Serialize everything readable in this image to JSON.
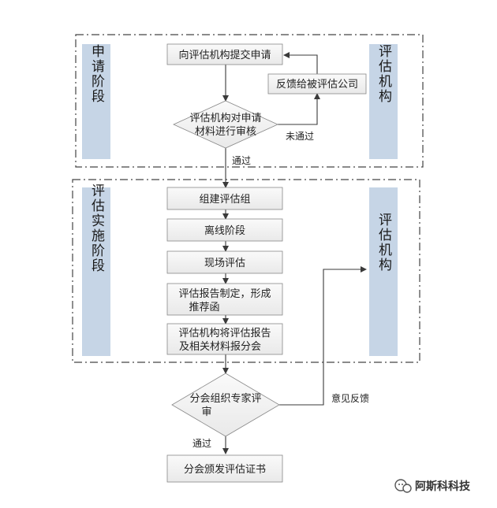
{
  "stages": {
    "apply": "申请阶段",
    "implement": "评估实施阶段"
  },
  "sides": {
    "agency_top": "评估机构",
    "agency_mid": "评估机构"
  },
  "nodes": {
    "submit": "向评估机构提交申请",
    "feedback": "反馈给被评估公司",
    "review_line1": "评估机构对申请",
    "review_line2": "材料进行审核",
    "form_group": "组建评估组",
    "offline": "离线阶段",
    "onsite": "现场评估",
    "report_line1": "评估报告制定，形成",
    "report_line2": "推荐函",
    "submit_branch_line1": "评估机构将评估报告",
    "submit_branch_line2": "及相关材料报分会",
    "expert_line1": "分会组织专家评",
    "expert_line2": "审",
    "certificate": "分会颁发评估证书"
  },
  "edges": {
    "not_passed": "未通过",
    "passed_1": "通过",
    "passed_2": "通过",
    "opinion_feedback": "意见反馈"
  },
  "watermark": {
    "text": "阿斯科科技"
  },
  "colors": {
    "box_fill": "#f2f2f2",
    "side_fill": "#c6d5e6",
    "line": "#3a3a3a"
  }
}
